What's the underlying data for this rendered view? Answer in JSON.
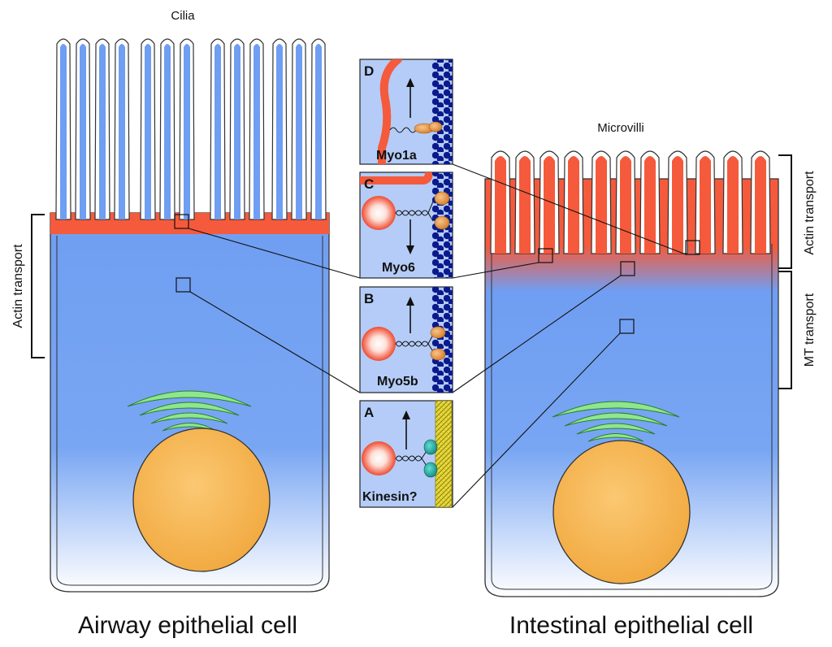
{
  "labels": {
    "cilia": "Cilia",
    "microvilli": "Microvilli",
    "airway_cell": "Airway epithelial cell",
    "intestinal_cell": "Intestinal epithelial cell",
    "left_actin_transport": "Actin transport",
    "right_actin_transport": "Actin transport",
    "right_mt_transport": "MT transport"
  },
  "panels": [
    {
      "letter": "D",
      "motor": "Myo1a"
    },
    {
      "letter": "C",
      "motor": "Myo6"
    },
    {
      "letter": "B",
      "motor": "Myo5b"
    },
    {
      "letter": "A",
      "motor": "Kinesin?"
    }
  ],
  "colors": {
    "cytoplasm_blue": "#6f9ef2",
    "actin_red": "#f55a3c",
    "golgi_green": "#8ee68e",
    "nucleus_orange": "#f5b44e",
    "myosin_dark_blue": "#0a1a8c",
    "motor_orange": "#e39a4f",
    "kinesin_teal": "#2bb3a8",
    "microtubule_yellow": "#e8dc3c"
  }
}
